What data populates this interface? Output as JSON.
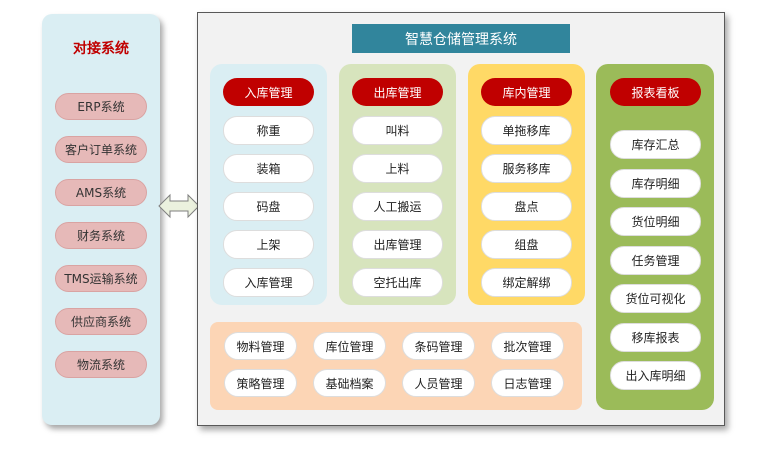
{
  "left": {
    "title": "对接系统",
    "items": [
      "ERP系统",
      "客户订单系统",
      "AMS系统",
      "财务系统",
      "TMS运输系统",
      "供应商系统",
      "物流系统"
    ]
  },
  "main": {
    "title": "智慧仓储管理系统",
    "columns": [
      {
        "header": "入库管理",
        "items": [
          "称重",
          "装箱",
          "码盘",
          "上架",
          "入库管理"
        ],
        "color": "#daeef3"
      },
      {
        "header": "出库管理",
        "items": [
          "叫料",
          "上料",
          "人工搬运",
          "出库管理",
          "空托出库"
        ],
        "color": "#d7e4bd"
      },
      {
        "header": "库内管理",
        "items": [
          "单拖移库",
          "服务移库",
          "盘点",
          "组盘",
          "绑定解绑"
        ],
        "color": "#ffd966"
      }
    ],
    "report": {
      "header": "报表看板",
      "items": [
        "库存汇总",
        "库存明细",
        "货位明细",
        "任务管理",
        "货位可视化",
        "移库报表",
        "出入库明细"
      ]
    },
    "bottom": {
      "items": [
        "物料管理",
        "库位管理",
        "条码管理",
        "批次管理",
        "策略管理",
        "基础档案",
        "人员管理",
        "日志管理"
      ]
    }
  }
}
